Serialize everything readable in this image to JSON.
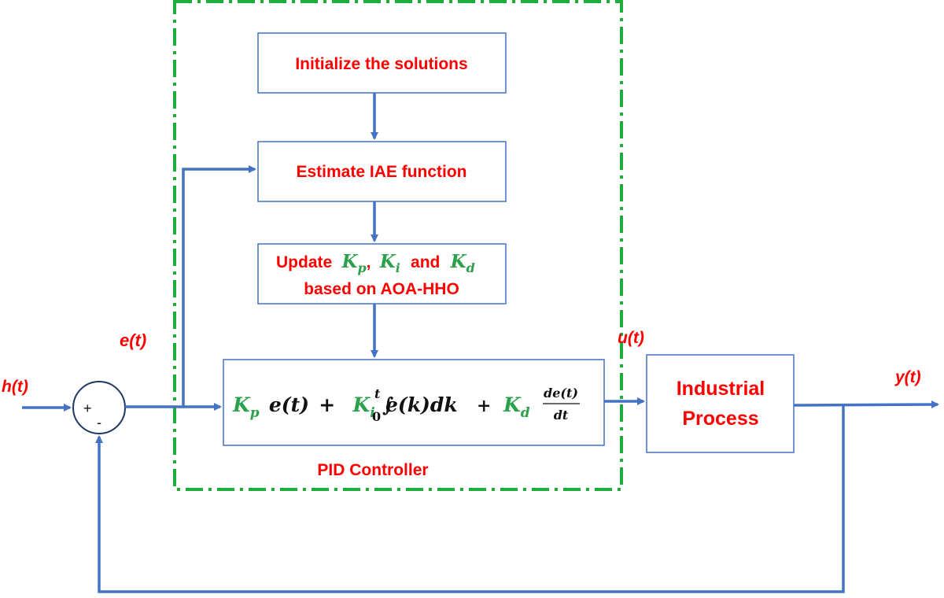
{
  "colors": {
    "line": "#4472c4",
    "label_red": "#ff0000",
    "gain_green": "#2ca14b",
    "dashed_frame": "#1fae3c",
    "text_dark": "#111111"
  },
  "steps": {
    "initialize": "Initialize the solutions",
    "estimate": "Estimate IAE function",
    "update_prefix": "Update",
    "update_and": "and",
    "update_line2": "based on AOA-HHO"
  },
  "gains": {
    "kp_base": "K",
    "kp_sub": "p",
    "ki_base": "K",
    "ki_sub": "i",
    "kd_base": "K",
    "kd_sub": "d",
    "comma": ","
  },
  "formula": {
    "e_t": "e(t)",
    "plus1": "+",
    "integral_sign": "∫",
    "int_upper": "t",
    "int_lower": "0",
    "integrand": "e(k)dk",
    "plus2": "+",
    "frac_num": "de(t)",
    "frac_den": "dt"
  },
  "signals": {
    "h": "h(t)",
    "e": "e(t)",
    "u": "u(t)",
    "y": "y(t)"
  },
  "summing_junction": {
    "plus": "+",
    "minus": "-"
  },
  "process": {
    "line1": "Industrial",
    "line2": "Process"
  },
  "controller_label": "PID Controller"
}
